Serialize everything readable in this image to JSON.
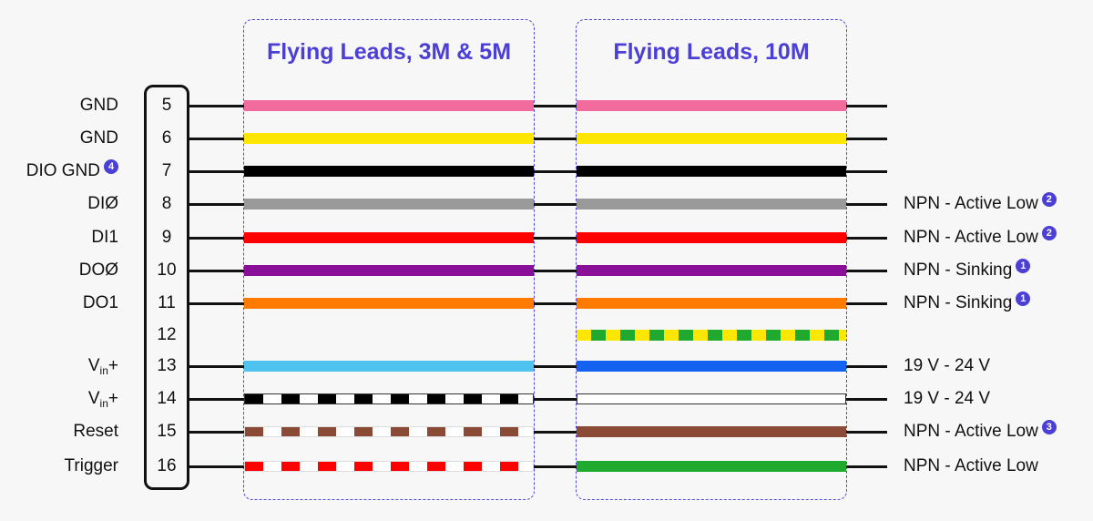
{
  "panels": {
    "left_title": "Flying Leads, 3M & 5M",
    "right_title": "Flying Leads, 10M"
  },
  "colors": {
    "accent": "#4b3fd6",
    "pink": "#f26b9d",
    "yellow": "#ffe600",
    "black": "#000000",
    "gray": "#999999",
    "red": "#ff0000",
    "purple": "#8a0f98",
    "orange": "#ff7a00",
    "light_blue": "#4ec3ef",
    "blue": "#1463f0",
    "brown": "#8b4a36",
    "green": "#1faa2f",
    "white": "#ffffff"
  },
  "rows": [
    {
      "pin": "5",
      "label": "GND",
      "badge": "",
      "right": "",
      "right_badge": "",
      "left_wire": "pink",
      "right_wire": "pink",
      "left_pattern": "solid",
      "right_pattern": "solid",
      "left_line": true,
      "right_line": true
    },
    {
      "pin": "6",
      "label": "GND",
      "badge": "",
      "right": "",
      "right_badge": "",
      "left_wire": "yellow",
      "right_wire": "yellow",
      "left_pattern": "solid",
      "right_pattern": "solid",
      "left_line": true,
      "right_line": true
    },
    {
      "pin": "7",
      "label": "DIO GND",
      "badge": "4",
      "right": "",
      "right_badge": "",
      "left_wire": "black",
      "right_wire": "black",
      "left_pattern": "solid",
      "right_pattern": "solid",
      "left_line": true,
      "right_line": true
    },
    {
      "pin": "8",
      "label": "DIØ",
      "badge": "",
      "right": "NPN - Active Low",
      "right_badge": "2",
      "left_wire": "gray",
      "right_wire": "gray",
      "left_pattern": "solid",
      "right_pattern": "solid",
      "left_line": true,
      "right_line": true
    },
    {
      "pin": "9",
      "label": "DI1",
      "badge": "",
      "right": "NPN - Active Low",
      "right_badge": "2",
      "left_wire": "red",
      "right_wire": "red",
      "left_pattern": "solid",
      "right_pattern": "solid",
      "left_line": true,
      "right_line": true
    },
    {
      "pin": "10",
      "label": "DOØ",
      "badge": "",
      "right": "NPN - Sinking",
      "right_badge": "1",
      "left_wire": "purple",
      "right_wire": "purple",
      "left_pattern": "solid",
      "right_pattern": "solid",
      "left_line": true,
      "right_line": true
    },
    {
      "pin": "11",
      "label": "DO1",
      "badge": "",
      "right": "NPN - Sinking",
      "right_badge": "1",
      "left_wire": "orange",
      "right_wire": "orange",
      "left_pattern": "solid",
      "right_pattern": "solid",
      "left_line": true,
      "right_line": true
    },
    {
      "pin": "12",
      "label": "",
      "badge": "",
      "right": "",
      "right_badge": "",
      "left_wire": "",
      "right_wire": "yellow",
      "left_pattern": "none",
      "right_pattern": "dash-green",
      "left_line": false,
      "right_line": false
    },
    {
      "pin": "13",
      "label": "V",
      "sub": "in",
      "suffix": "+",
      "badge": "",
      "right": "19 V - 24 V",
      "right_badge": "",
      "left_wire": "light_blue",
      "right_wire": "blue",
      "left_pattern": "solid",
      "right_pattern": "solid",
      "left_line": true,
      "right_line": true
    },
    {
      "pin": "14",
      "label": "V",
      "sub": "in",
      "suffix": "+",
      "badge": "",
      "right": "19 V - 24 V",
      "right_badge": "",
      "left_wire": "white",
      "right_wire": "white",
      "left_pattern": "dash-black",
      "right_pattern": "outline",
      "left_line": true,
      "right_line": true
    },
    {
      "pin": "15",
      "label": "Reset",
      "badge": "",
      "right": "NPN - Active Low",
      "right_badge": "3",
      "left_wire": "white",
      "right_wire": "brown",
      "left_pattern": "dash-brown",
      "right_pattern": "solid",
      "left_line": true,
      "right_line": true
    },
    {
      "pin": "16",
      "label": "Trigger",
      "badge": "",
      "right": "NPN - Active Low",
      "right_badge": "",
      "left_wire": "white",
      "right_wire": "green",
      "left_pattern": "dash-red",
      "right_pattern": "solid",
      "left_line": true,
      "right_line": true
    }
  ]
}
